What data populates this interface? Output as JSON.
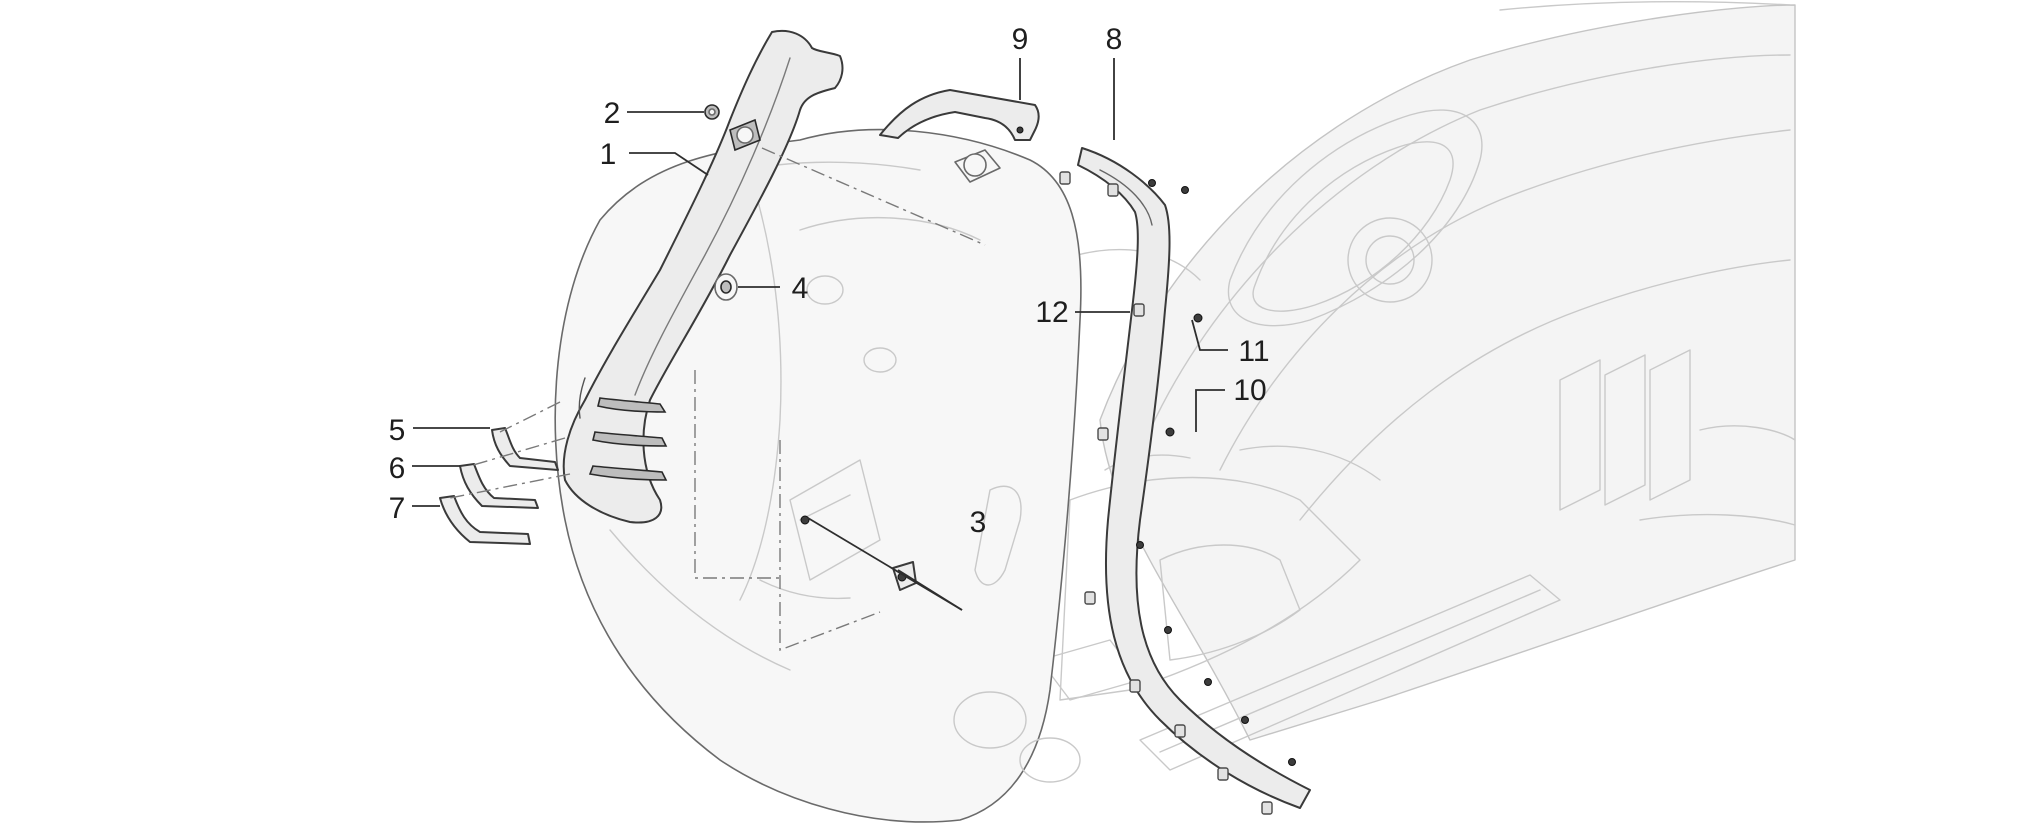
{
  "diagram": {
    "type": "exploded-parts-view",
    "callouts": [
      {
        "id": "1",
        "label": "1"
      },
      {
        "id": "2",
        "label": "2"
      },
      {
        "id": "3",
        "label": "3"
      },
      {
        "id": "4",
        "label": "4"
      },
      {
        "id": "5",
        "label": "5"
      },
      {
        "id": "6",
        "label": "6"
      },
      {
        "id": "7",
        "label": "7"
      },
      {
        "id": "8",
        "label": "8"
      },
      {
        "id": "9",
        "label": "9"
      },
      {
        "id": "10",
        "label": "10"
      },
      {
        "id": "11",
        "label": "11"
      },
      {
        "id": "12",
        "label": "12"
      }
    ],
    "colors": {
      "background": "#ffffff",
      "line": "#2e2e2e",
      "ghost_body": "#c9c9c9"
    }
  }
}
